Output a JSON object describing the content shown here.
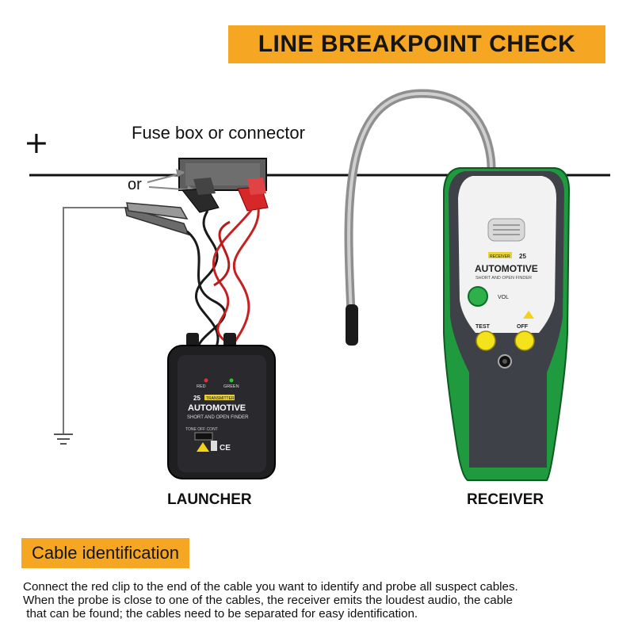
{
  "banner": {
    "title": "LINE BREAKPOINT CHECK"
  },
  "diagram": {
    "plus_symbol": "+",
    "fuse_label": "Fuse box or connector",
    "or_label": "or",
    "launcher_label": "LAUNCHER",
    "receiver_label": "RECEIVER"
  },
  "launcher": {
    "model": "25",
    "tag": "TRANSMITTER",
    "brand": "AUTOMOTIVE",
    "subtitle": "SHORT AND OPEN FINDER",
    "red_label": "RED",
    "green_label": "GREEN",
    "switch_label": "TONE OFF CONT"
  },
  "receiver": {
    "model": "25",
    "tag": "RECEIVER",
    "brand": "AUTOMOTIVE",
    "subtitle": "SHORT AND OPEN FINDER",
    "vol_label": "VOL",
    "test_label": "TEST",
    "off_label": "OFF"
  },
  "section": {
    "title": "Cable identification",
    "lines": [
      "Connect the red clip to the end of the cable you want to identify and probe all suspect cables.",
      "When the probe is close to one of the cables, the receiver emits the loudest audio, the cable",
      " that can be found; the cables need to be separated for easy identification."
    ]
  },
  "colors": {
    "accent": "#f5a623",
    "device_green": "#1f9a3f",
    "button_yellow": "#f4e21a"
  }
}
